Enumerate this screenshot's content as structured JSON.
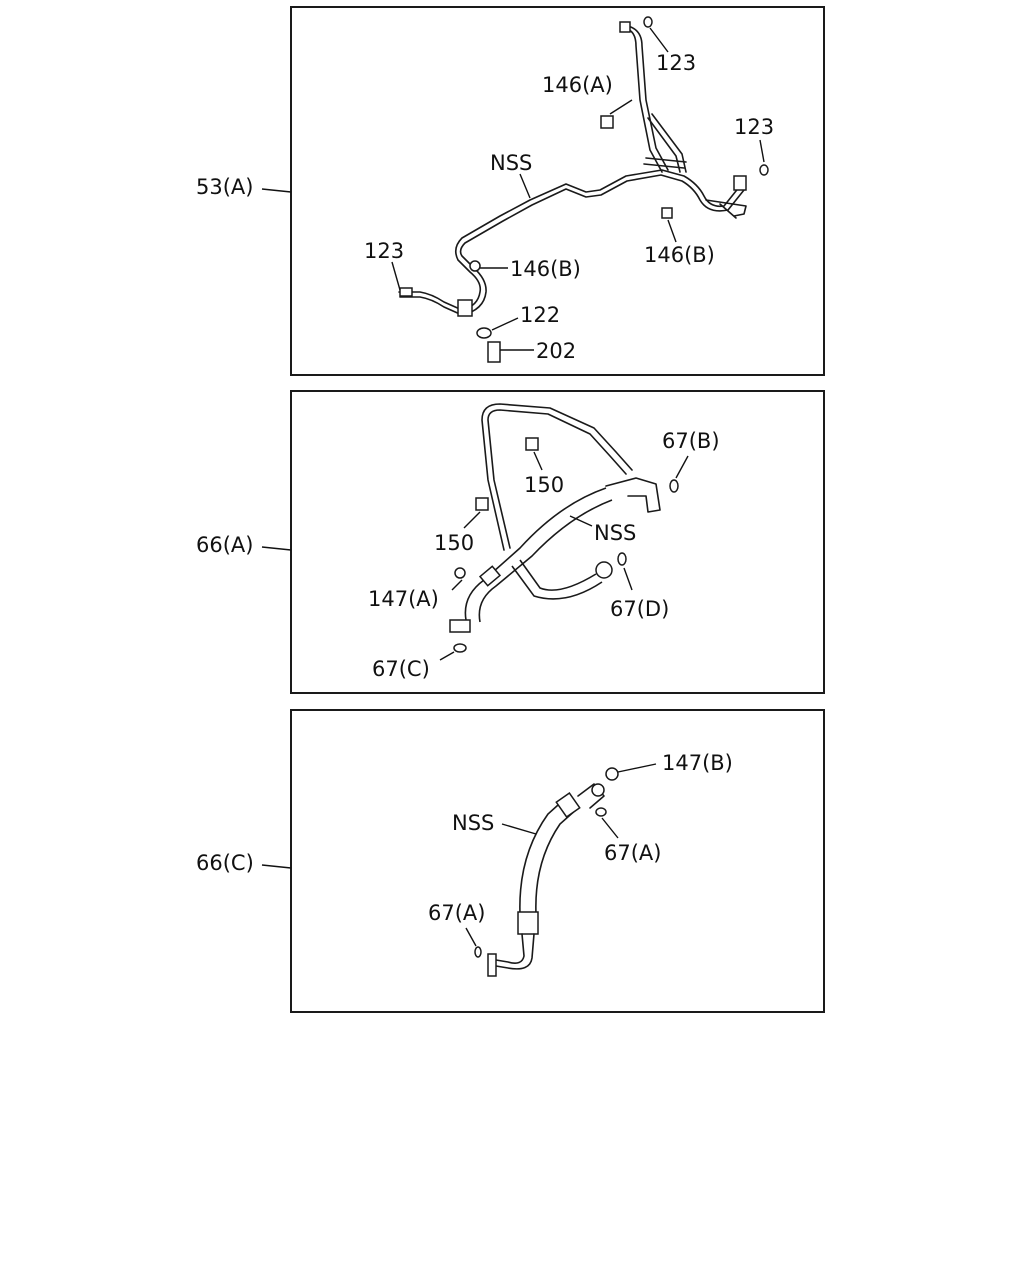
{
  "panels": [
    {
      "id": "53A",
      "callout": "53(A)",
      "labels": {
        "l123_top": "123",
        "l146a": "146(A)",
        "l123_right": "123",
        "nss": "NSS",
        "l146b_right": "146(B)",
        "l123_left": "123",
        "l146b_left": "146(B)",
        "l122": "122",
        "l202": "202"
      }
    },
    {
      "id": "66A",
      "callout": "66(A)",
      "labels": {
        "l67b": "67(B)",
        "l150_top": "150",
        "nss": "NSS",
        "l150_left": "150",
        "l147a": "147(A)",
        "l67d": "67(D)",
        "l67c": "67(C)"
      }
    },
    {
      "id": "66C",
      "callout": "66(C)",
      "labels": {
        "l147b": "147(B)",
        "nss": "NSS",
        "l67a_right": "67(A)",
        "l67a_left": "67(A)"
      }
    }
  ]
}
